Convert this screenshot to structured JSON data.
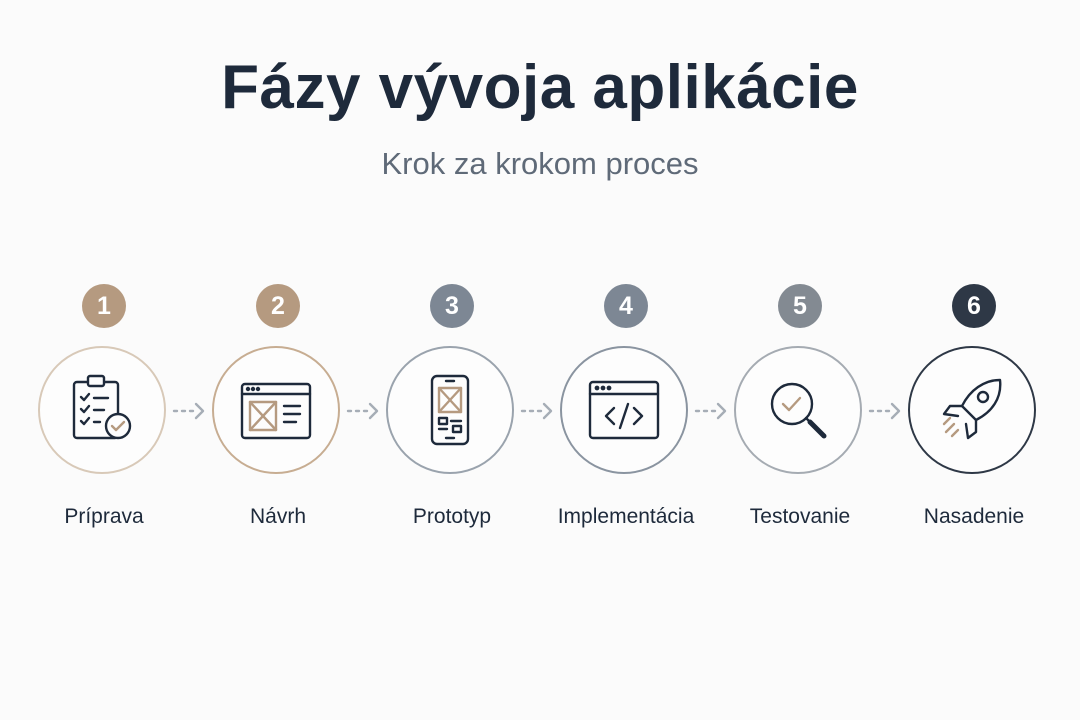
{
  "title": "Fázy vývoja aplikácie",
  "subtitle": "Krok za krokom proces",
  "steps": [
    {
      "number": "1",
      "label": "Príprava",
      "icon": "checklist-clipboard-icon",
      "badge_color": "#b59a80",
      "ring_color": "#d8c9b8"
    },
    {
      "number": "2",
      "label": "Návrh",
      "icon": "wireframe-layout-icon",
      "badge_color": "#b59a80",
      "ring_color": "#c7ad92"
    },
    {
      "number": "3",
      "label": "Prototyp",
      "icon": "mobile-wireframe-icon",
      "badge_color": "#7d8794",
      "ring_color": "#9aa3ad"
    },
    {
      "number": "4",
      "label": "Implementácia",
      "icon": "code-window-icon",
      "badge_color": "#7d8794",
      "ring_color": "#8a94a0"
    },
    {
      "number": "5",
      "label": "Testovanie",
      "icon": "magnifier-check-icon",
      "badge_color": "#838a92",
      "ring_color": "#a5abb2"
    },
    {
      "number": "6",
      "label": "Nasadenie",
      "icon": "rocket-icon",
      "badge_color": "#2e3846",
      "ring_color": "#2e3846"
    }
  ]
}
